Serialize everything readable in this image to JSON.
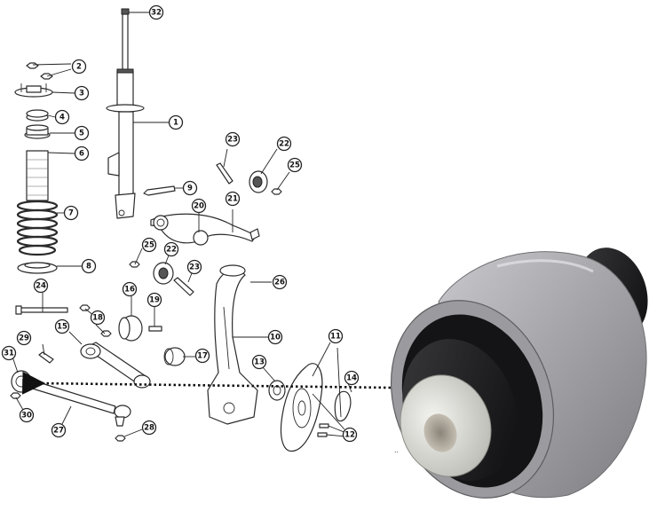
{
  "diagram": {
    "callouts": [
      {
        "id": "c32",
        "label": "32"
      },
      {
        "id": "c2",
        "label": "2"
      },
      {
        "id": "c3",
        "label": "3"
      },
      {
        "id": "c4",
        "label": "4"
      },
      {
        "id": "c5",
        "label": "5"
      },
      {
        "id": "c6",
        "label": "6"
      },
      {
        "id": "c1",
        "label": "1"
      },
      {
        "id": "c7",
        "label": "7"
      },
      {
        "id": "c8",
        "label": "8"
      },
      {
        "id": "c9",
        "label": "9"
      },
      {
        "id": "c23a",
        "label": "23"
      },
      {
        "id": "c22a",
        "label": "22"
      },
      {
        "id": "c25a",
        "label": "25"
      },
      {
        "id": "c21",
        "label": "21"
      },
      {
        "id": "c20",
        "label": "20"
      },
      {
        "id": "c25b",
        "label": "25"
      },
      {
        "id": "c22b",
        "label": "22"
      },
      {
        "id": "c23b",
        "label": "23"
      },
      {
        "id": "c26",
        "label": "26"
      },
      {
        "id": "c24",
        "label": "24"
      },
      {
        "id": "c16",
        "label": "16"
      },
      {
        "id": "c19",
        "label": "19"
      },
      {
        "id": "c18",
        "label": "18"
      },
      {
        "id": "c10",
        "label": "10"
      },
      {
        "id": "c15",
        "label": "15"
      },
      {
        "id": "c29",
        "label": "29"
      },
      {
        "id": "c31",
        "label": "31"
      },
      {
        "id": "c17",
        "label": "17"
      },
      {
        "id": "c11",
        "label": "11"
      },
      {
        "id": "c13",
        "label": "13"
      },
      {
        "id": "c14",
        "label": "14"
      },
      {
        "id": "c30",
        "label": "30"
      },
      {
        "id": "c27",
        "label": "27"
      },
      {
        "id": "c28",
        "label": "28"
      },
      {
        "id": "c12",
        "label": "12"
      }
    ],
    "stray_mark": "..",
    "colors": {
      "line": "#2a2a2a",
      "bushing_shell": "#a9a9ad",
      "bushing_rubber": "#1c1c1e",
      "bushing_sleeve": "#e0e0dc"
    }
  }
}
